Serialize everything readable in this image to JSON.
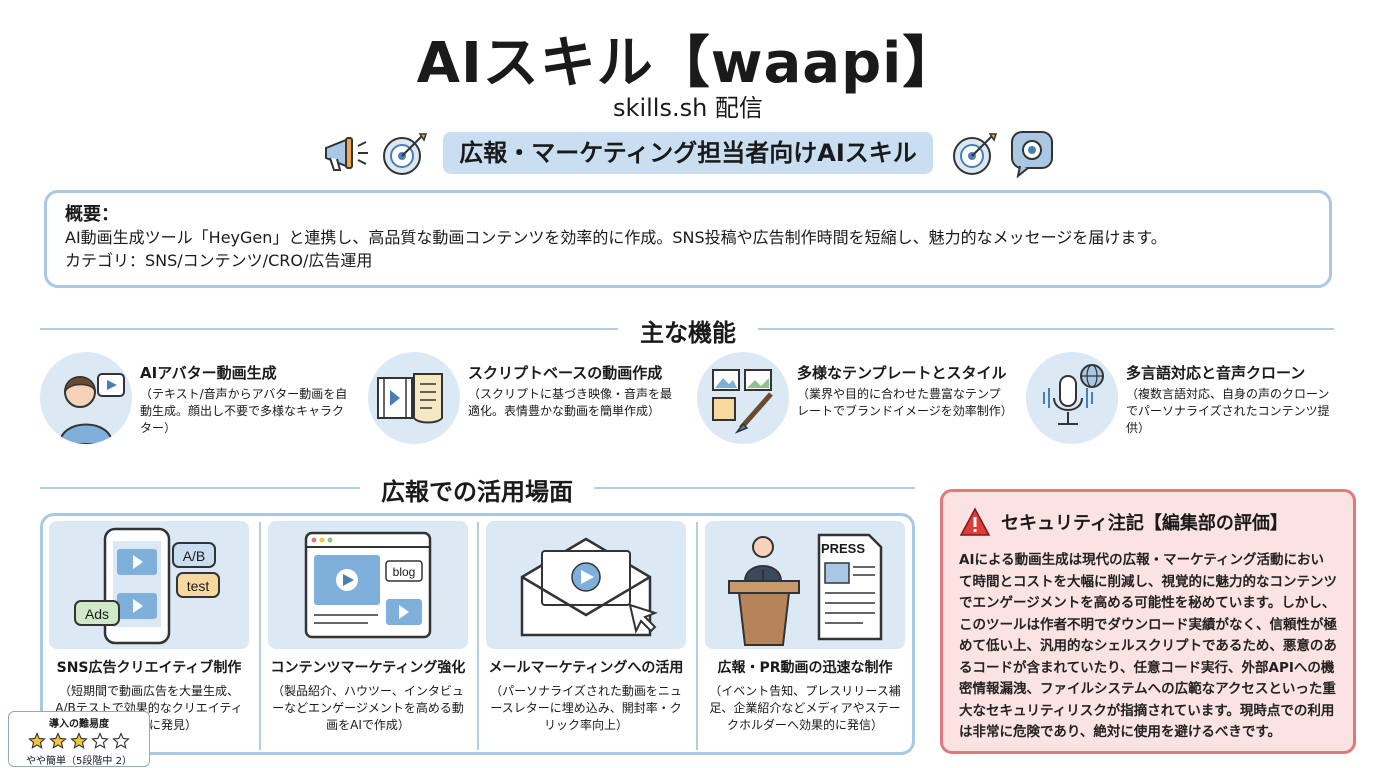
{
  "title": "AIスキル【waapi】",
  "subtitle": "skills.sh 配信",
  "tagline": "広報・マーケティング担当者向けAIスキル",
  "overview": {
    "heading": "概要：",
    "description": "AI動画生成ツール「HeyGen」と連携し、高品質な動画コンテンツを効率的に作成。SNS投稿や広告制作時間を短縮し、魅力的なメッセージを届けます。",
    "category": "カテゴリ：SNS/コンテンツ/CRO/広告運用"
  },
  "features_heading": "主な機能",
  "features": [
    {
      "title": "AIアバター動画生成",
      "desc": "（テキスト/音声からアバター動画を自動生成。顔出し不要で多様なキャラクター）"
    },
    {
      "title": "スクリプトベースの動画作成",
      "desc": "（スクリプトに基づき映像・音声を最適化。表情豊かな動画を簡単作成）"
    },
    {
      "title": "多様なテンプレートとスタイル",
      "desc": "（業界や目的に合わせた豊富なテンプレートでブランドイメージを効率制作）"
    },
    {
      "title": "多言語対応と音声クローン",
      "desc": "（複数言語対応、自身の声のクローンでパーソナライズされたコンテンツ提供）"
    }
  ],
  "usecases_heading": "広報での活用場面",
  "usecases": [
    {
      "title": "SNS広告クリエイティブ制作",
      "desc": "（短期間で動画広告を大量生成、A/Bテストで効果的なクリエイティブを迅速に発見）"
    },
    {
      "title": "コンテンツマーケティング強化",
      "desc": "（製品紹介、ハウツー、インタビューなどエンゲージメントを高める動画をAIで作成）"
    },
    {
      "title": "メールマーケティングへの活用",
      "desc": "（パーソナライズされた動画をニュースレターに埋め込み、開封率・クリック率向上）"
    },
    {
      "title": "広報・PR動画の迅速な制作",
      "desc": "（イベント告知、プレスリリース補足、企業紹介などメディアやステークホルダーへ効果的に発信）"
    }
  ],
  "illustration_labels": {
    "ab": "A/B",
    "test": "test",
    "ads": "Ads",
    "blog": "blog",
    "press": "PRESS"
  },
  "security": {
    "title": "セキュリティ注記【編集部の評価】",
    "body": "AIによる動画生成は現代の広報・マーケティング活動において時間とコストを大幅に削減し、視覚的に魅力的なコンテンツでエンゲージメントを高める可能性を秘めています。しかし、このツールは作者不明でダウンロード実績がなく、信頼性が極めて低い上、汎用的なシェルスクリプトであるため、悪意のあるコードが含まれていたり、任意コード実行、外部APIへの機密情報漏洩、ファイルシステムへの広範なアクセスといった重大なセキュリティリスクが指摘されています。現時点での利用は非常に危険であり、絶対に使用を避けるべきです。"
  },
  "rating": {
    "label": "導入の難易度",
    "stars": 3,
    "max": 5,
    "level": "やや簡単（5段階中 2）"
  },
  "colors": {
    "accent_blue": "#c9dff1",
    "panel_blue": "#dbe9f5",
    "warning_red": "#e07a7a",
    "star_gold": "#f3c53b"
  }
}
